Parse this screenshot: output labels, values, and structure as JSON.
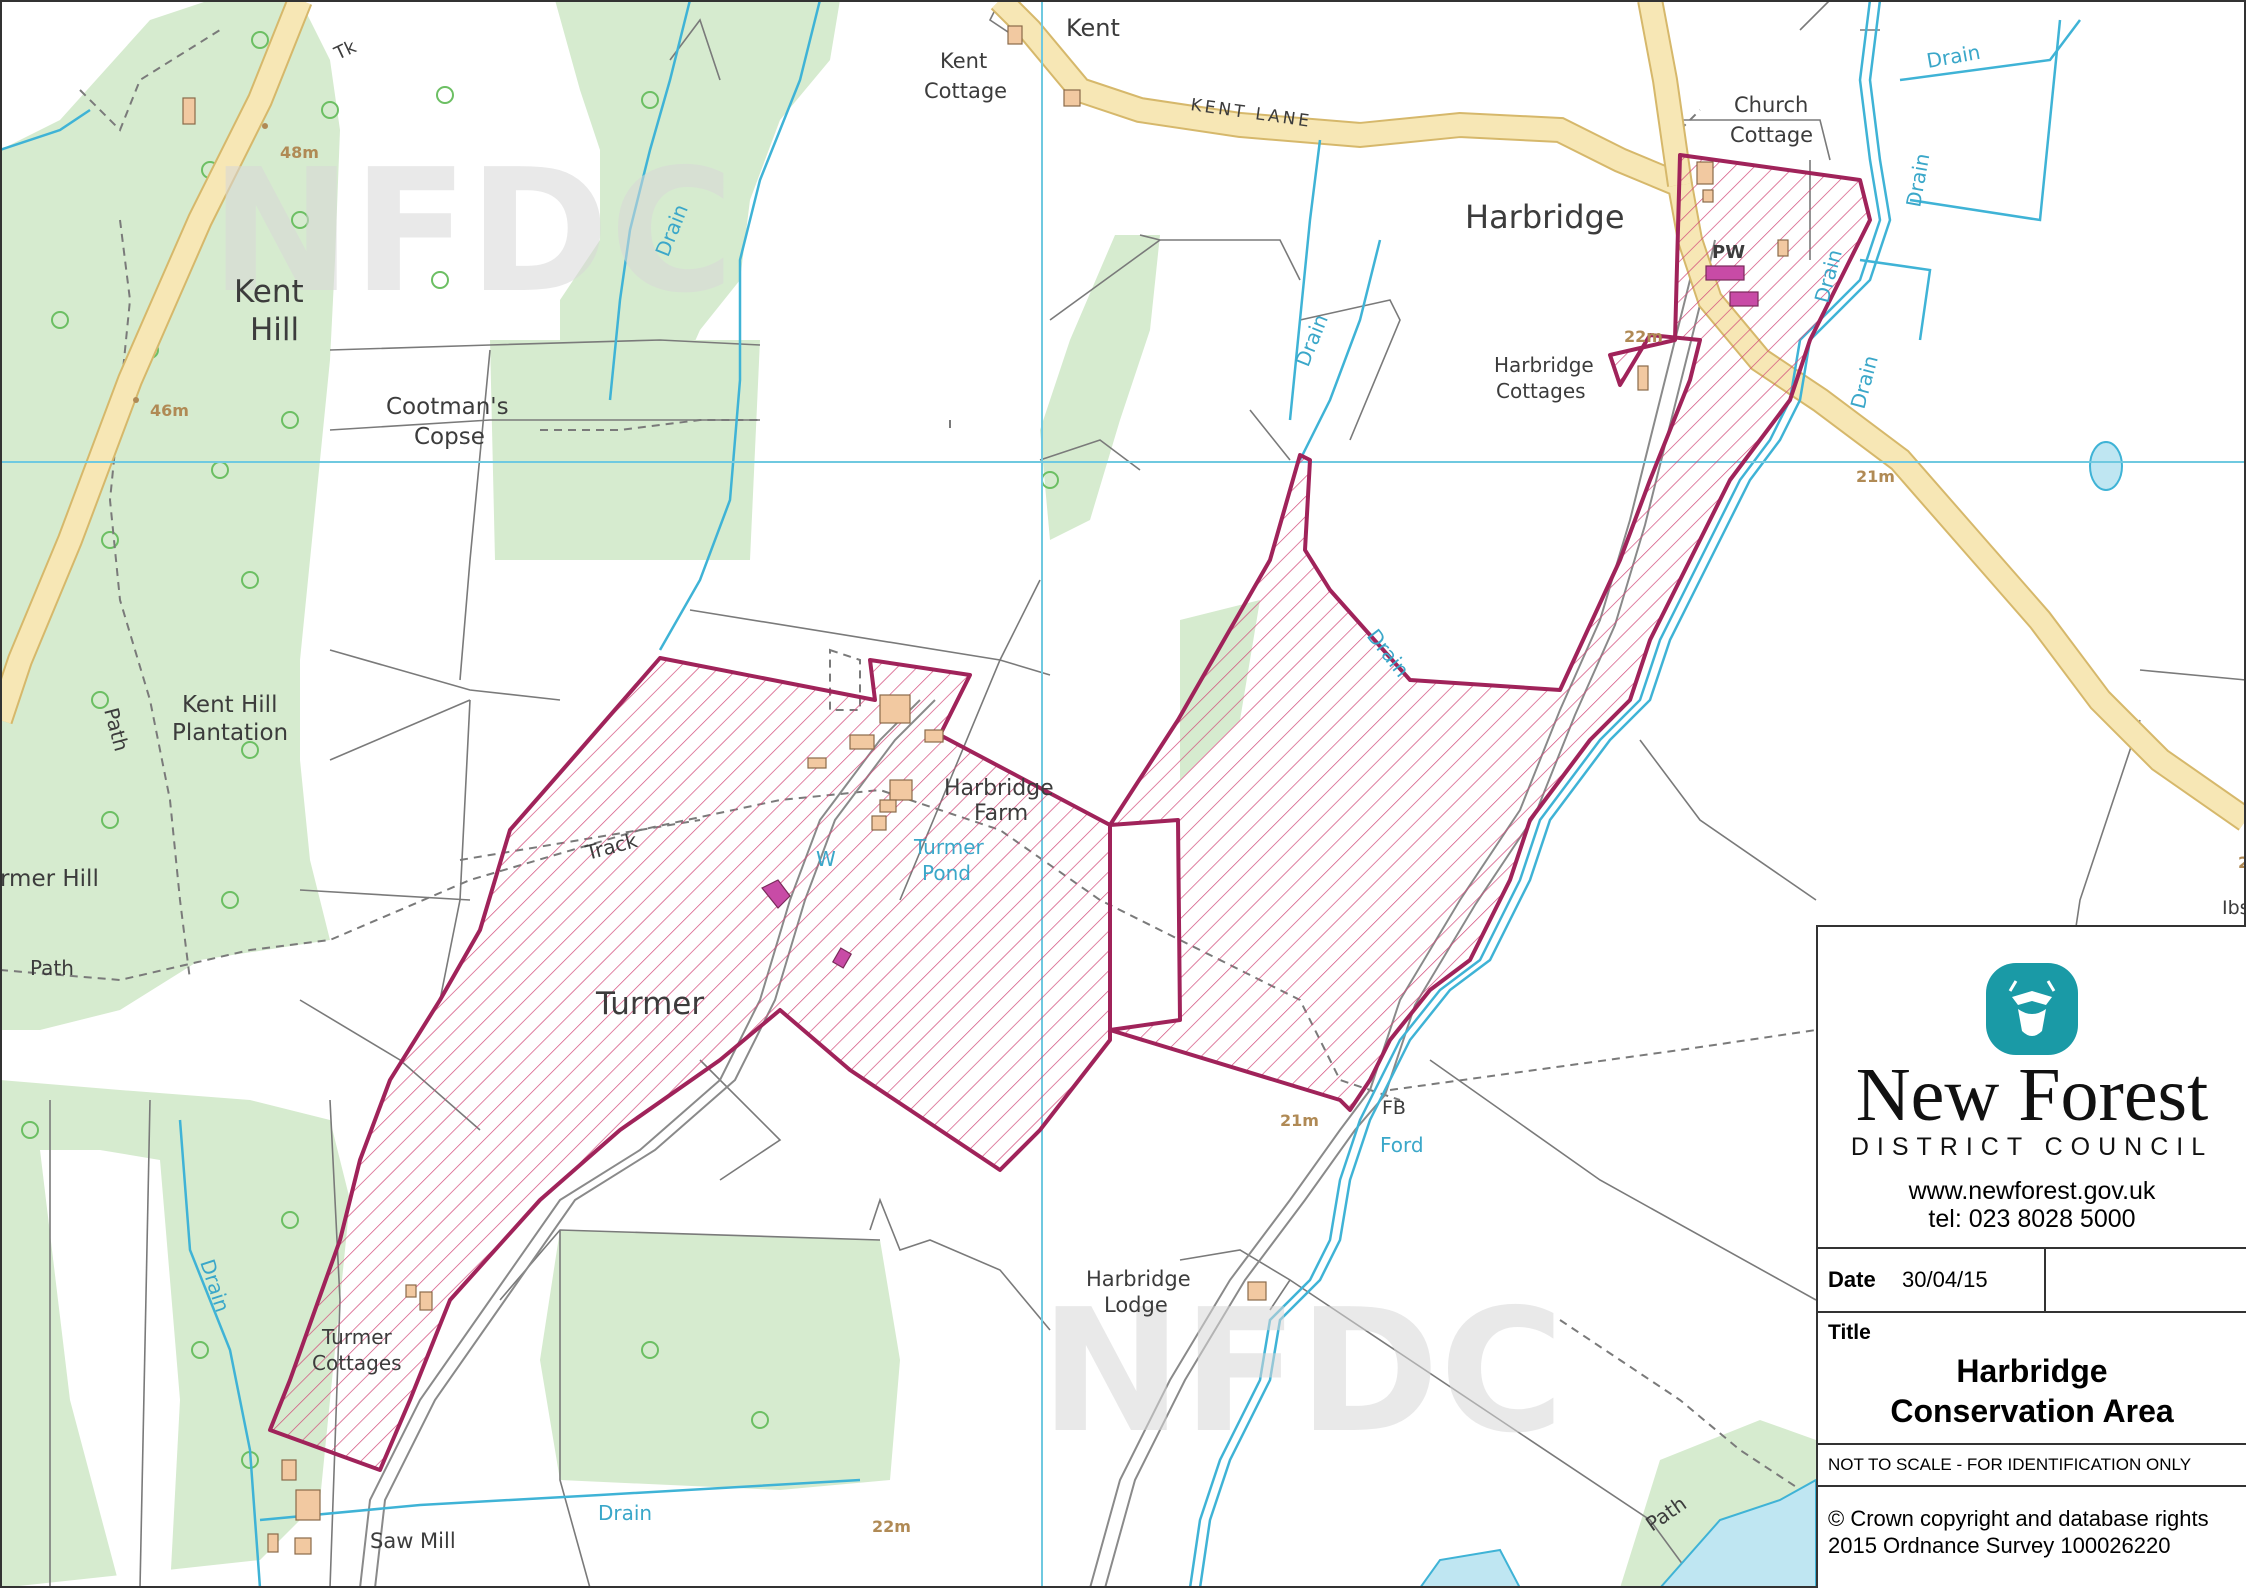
{
  "map": {
    "watermark": "NFDC",
    "place_labels": {
      "kent": "Kent",
      "kent_cottage_1": "Kent",
      "kent_cottage_2": "Cottage",
      "kent_lane": "KENT  LANE",
      "church_cottage_1": "Church",
      "church_cottage_2": "Cottage",
      "harbridge": "Harbridge",
      "pw": "PW",
      "harbridge_cottages_1": "Harbridge",
      "harbridge_cottages_2": "Cottages",
      "kent_hill_1": "Kent",
      "kent_hill_2": "Hill",
      "cootmans_copse_1": "Cootman's",
      "cootmans_copse_2": "Copse",
      "kent_hill_plantation_1": "Kent Hill",
      "kent_hill_plantation_2": "Plantation",
      "turmer_hill": "rmer Hill",
      "path_1": "Path",
      "path_2": "Path",
      "path_3": "Path",
      "track": "Track",
      "tk": "Tk",
      "harbridge_farm_1": "Harbridge",
      "harbridge_farm_2": "Farm",
      "turmer": "Turmer",
      "turmer_cottages_1": "Turmer",
      "turmer_cottages_2": "Cottages",
      "saw_mill": "Saw Mill",
      "harbridge_lodge_1": "Harbridge",
      "harbridge_lodge_2": "Lodge",
      "fb": "FB",
      "ibs": "Ibs"
    },
    "water_labels": {
      "drain_1": "Drain",
      "drain_2": "Drain",
      "drain_3": "Drain",
      "drain_4": "Drain",
      "drain_5": "Drain",
      "drain_6": "Drain",
      "drain_7": "Drain",
      "drain_8": "Drain",
      "drain_9": "Drain",
      "turmer_pond_1": "Turmer",
      "turmer_pond_2": "Pond",
      "w": "W",
      "ford": "Ford"
    },
    "spot_heights": {
      "h48": "48m",
      "h46": "46m",
      "h22a": "22m",
      "h21a": "21m",
      "h21b": "21m",
      "h22b": "22m",
      "h_edge": "2"
    },
    "colors": {
      "woodland": "#d6ebcf",
      "road": "#f7e7b5",
      "road_edge": "#d6b86b",
      "water": "#3fb3d6",
      "boundary": "#a0235a",
      "hatch": "#d24a7a",
      "grid": "#6fc9e0",
      "building": "#f2c9a1",
      "place_of_worship": "#c84ba6"
    }
  },
  "legend": {
    "org_name": "New Forest",
    "org_sub": "DISTRICT COUNCIL",
    "website": "www.newforest.gov.uk",
    "phone": "tel: 023 8028 5000",
    "date_label": "Date",
    "date_value": "30/04/15",
    "title_label": "Title",
    "title_line1": "Harbridge",
    "title_line2": "Conservation Area",
    "scale_note": "NOT TO SCALE - FOR IDENTIFICATION ONLY",
    "copyright_1": "© Crown copyright and database rights",
    "copyright_2": "2015 Ordnance Survey 100026220"
  }
}
